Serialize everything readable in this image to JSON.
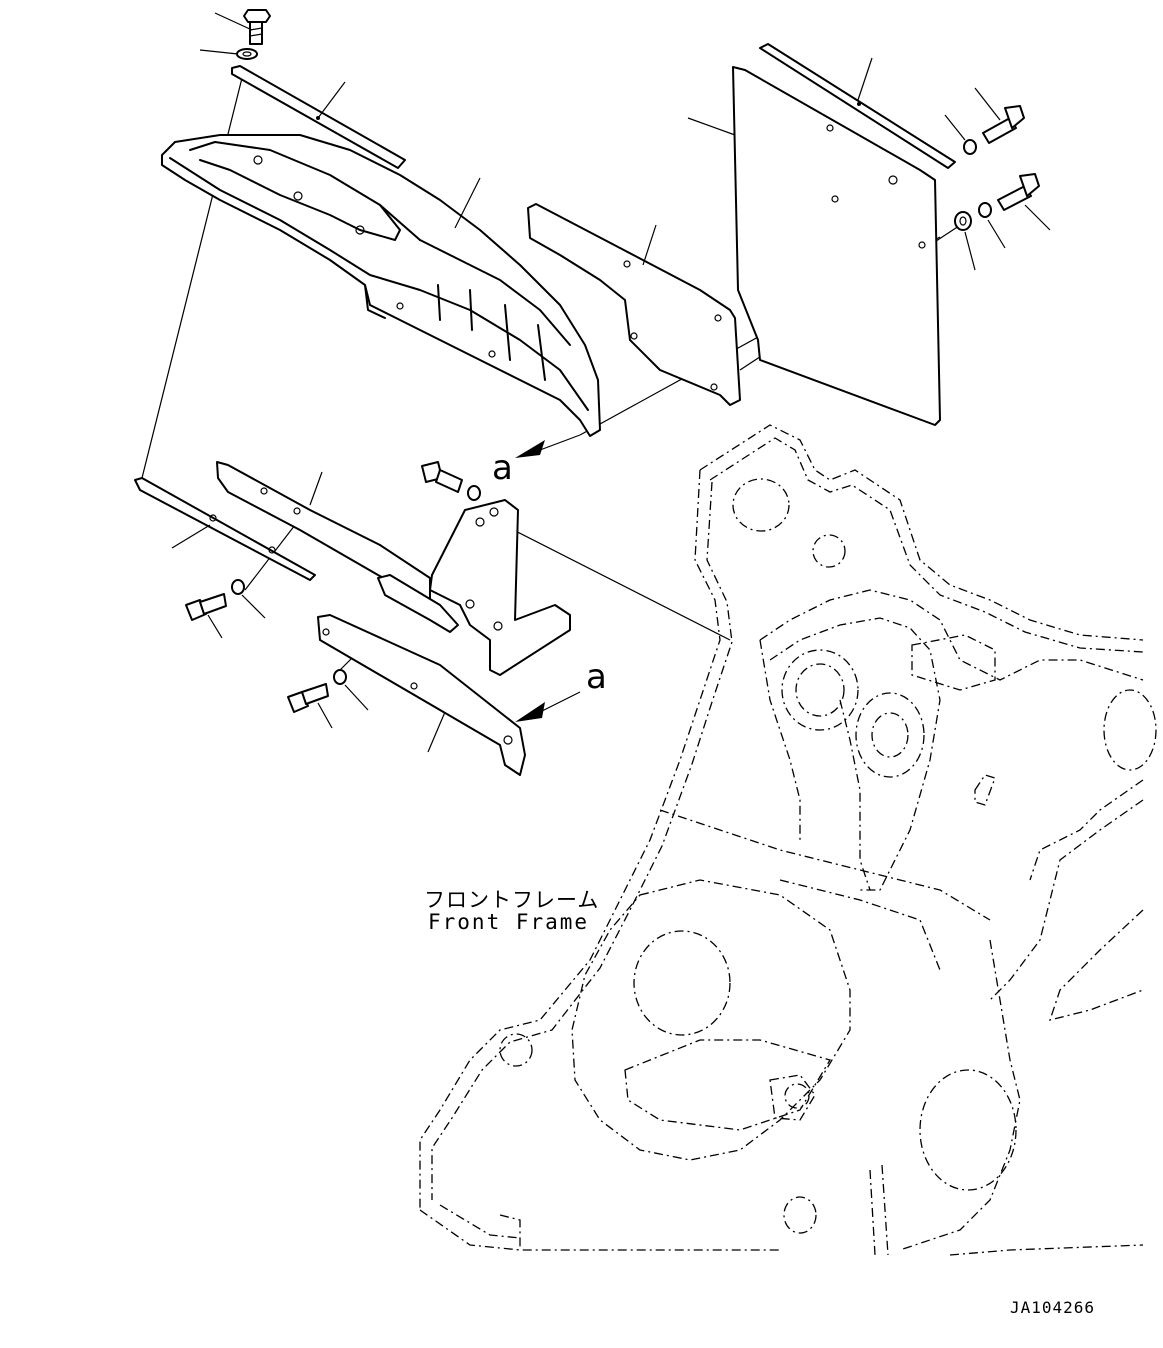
{
  "diagram": {
    "frame_label_jp": "フロントフレーム",
    "frame_label_en": "Front Frame",
    "view_markers": [
      "a",
      "a"
    ],
    "drawing_number": "JA104266"
  }
}
